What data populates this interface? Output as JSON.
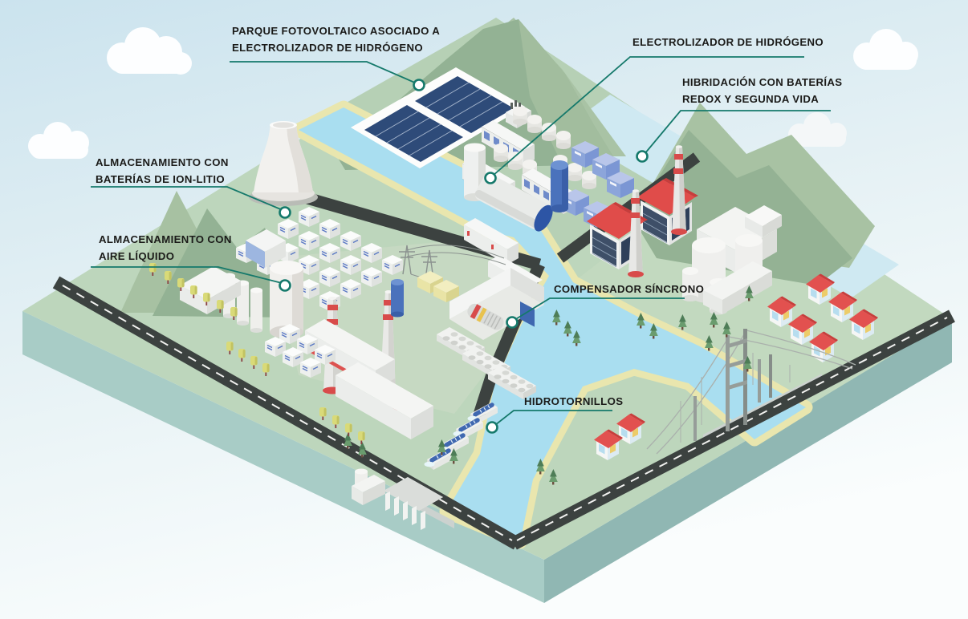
{
  "diagram_title": "",
  "labels": [
    {
      "id": "pv-park",
      "line1": "PARQUE FOTOVOLTAICO ASOCIADO A",
      "line2": "ELECTROLIZADOR DE HIDRÓGENO"
    },
    {
      "id": "electrolyzer",
      "line1": "ELECTROLIZADOR DE HIDRÓGENO",
      "line2": ""
    },
    {
      "id": "hybrid-batteries",
      "line1": "HIBRIDACIÓN CON BATERÍAS",
      "line2": "REDOX Y SEGUNDA VIDA"
    },
    {
      "id": "li-ion-storage",
      "line1": "ALMACENAMIENTO CON",
      "line2": "BATERÍAS DE ION-LITIO"
    },
    {
      "id": "liquid-air",
      "line1": "ALMACENAMIENTO CON",
      "line2": "AIRE LÍQUIDO"
    },
    {
      "id": "sync-compensator",
      "line1": "COMPENSADOR SÍNCRONO",
      "line2": ""
    },
    {
      "id": "hydro-screws",
      "line1": "HIDROTORNILLOS",
      "line2": ""
    }
  ],
  "colors": {
    "accent_teal": "#15796b",
    "label_text": "#1b1b19",
    "sky_top": "#cbe3ee",
    "sky_bottom": "#fafdfd",
    "grass": "#bdd6bc",
    "grass_plateau": "#b6d0b5",
    "grass_right": "#c2d9bf",
    "platform_side_left": "#a8ccc6",
    "platform_side_right": "#90b7b3",
    "water": "#a9def0",
    "sand": "#e9e6ae",
    "road": "#3c4240",
    "road_dash": "#f2f2f0",
    "solar_panel": "#2e4b79",
    "container_blue": "#8ca5da",
    "roof_red": "#e04c4a",
    "mountain_green": "#93b294",
    "tree_yellow": "#d9da78"
  }
}
